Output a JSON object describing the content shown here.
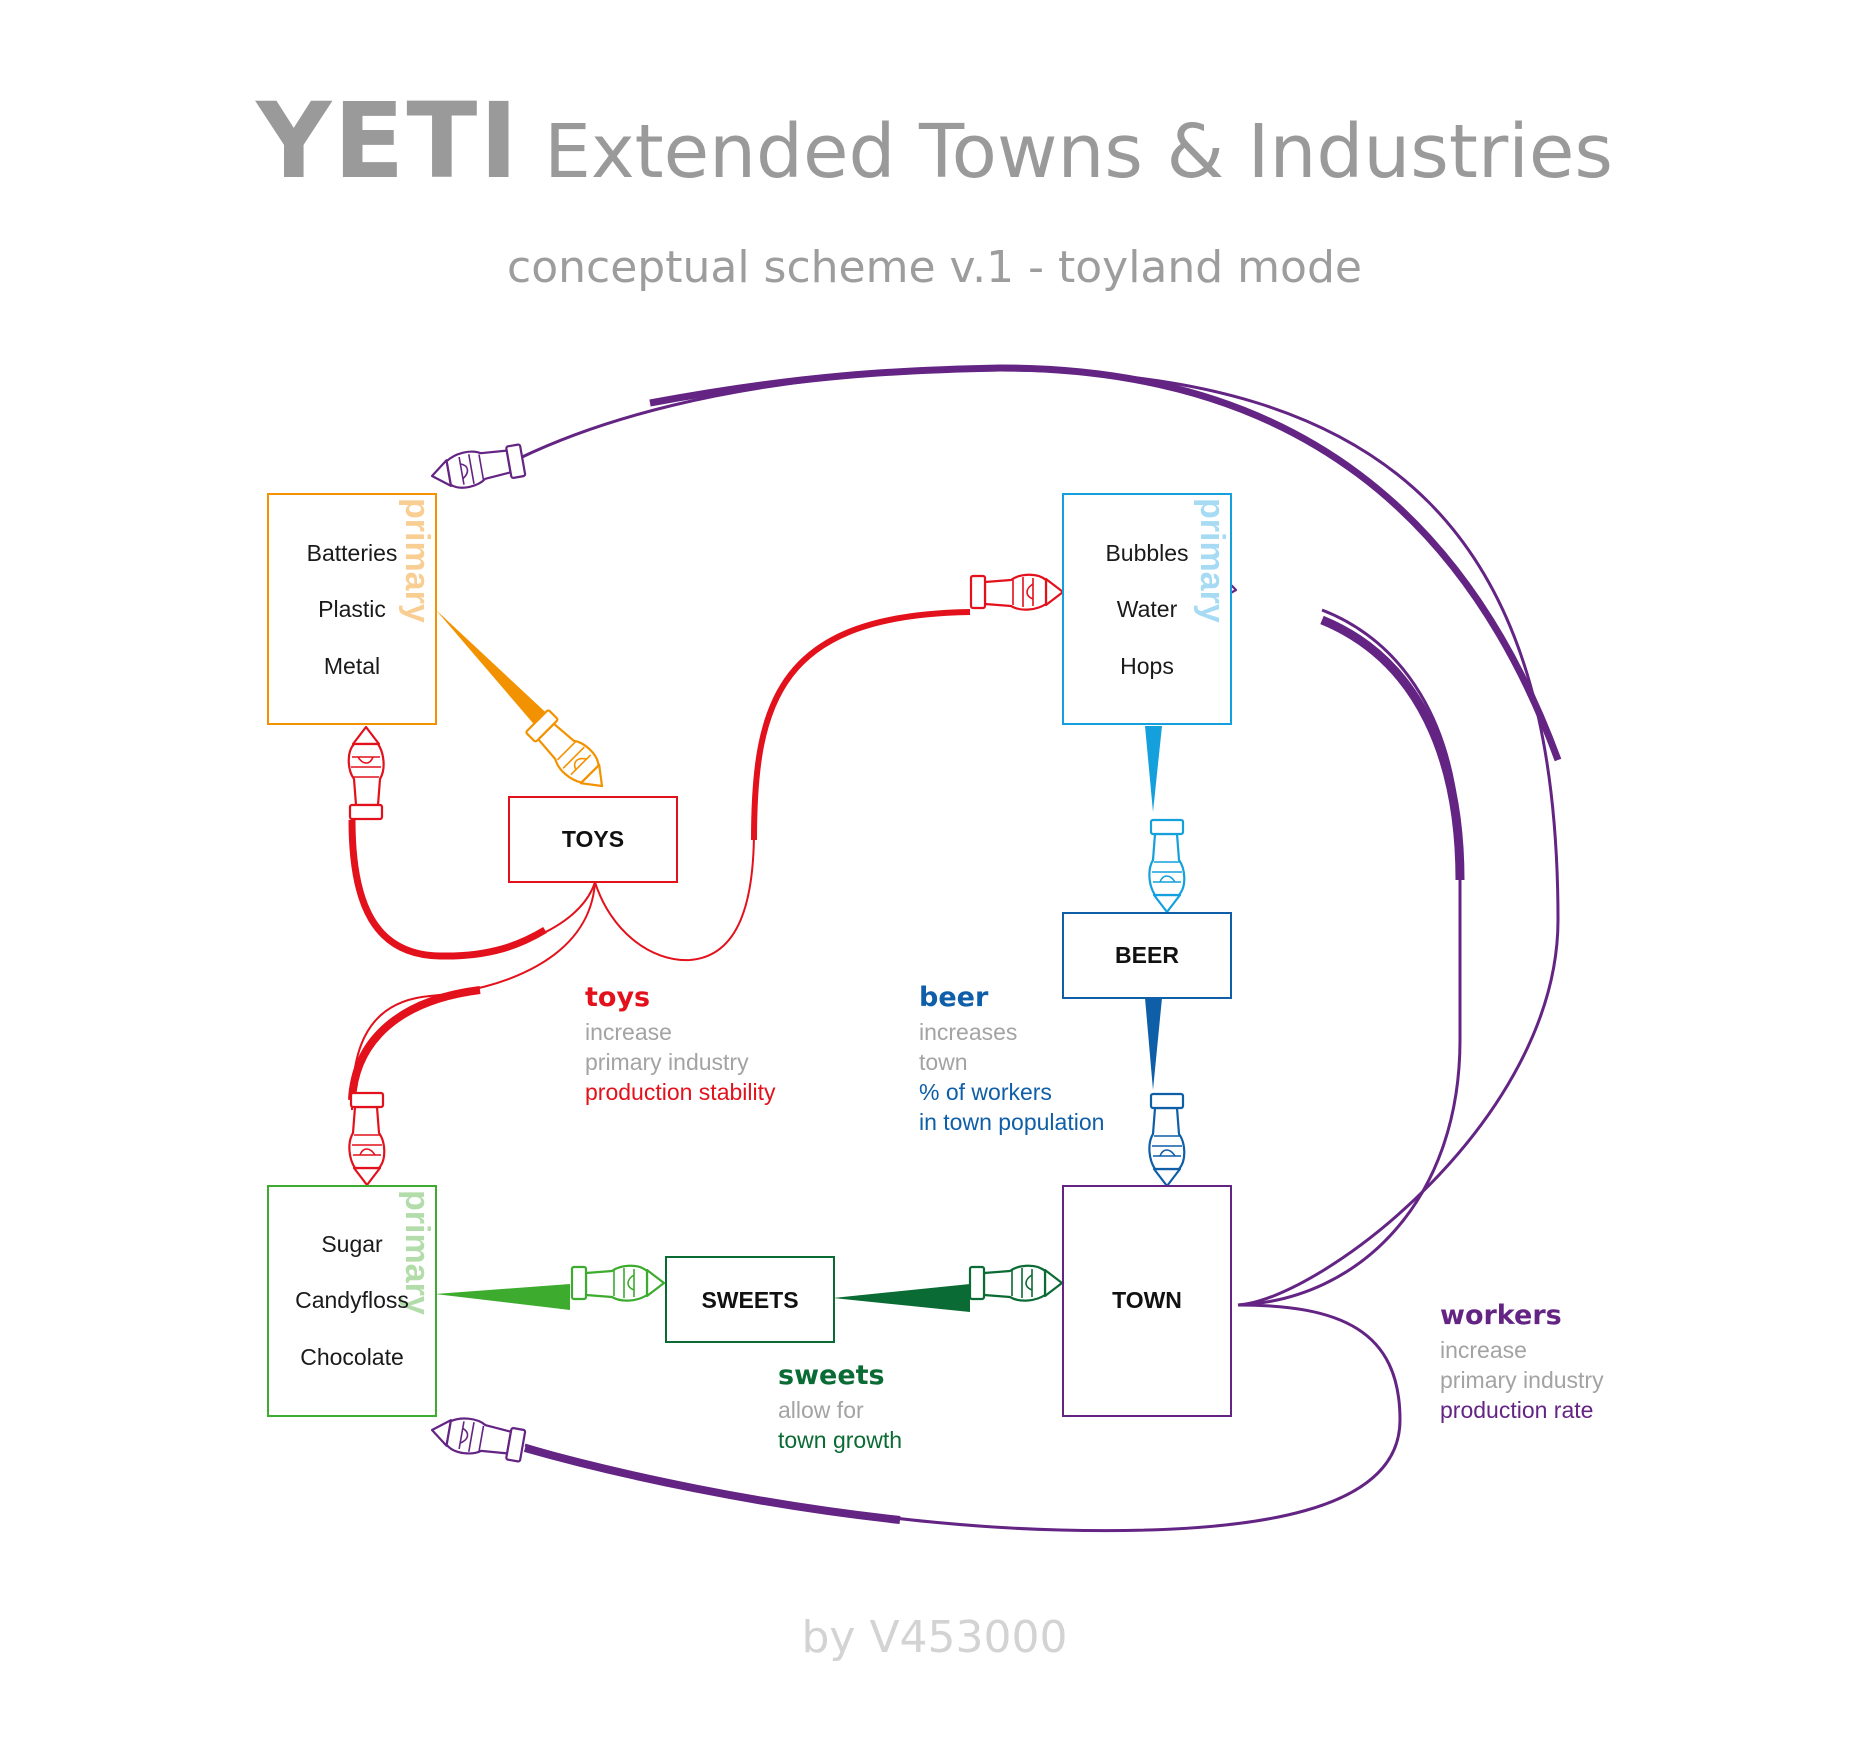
{
  "header": {
    "title_main": "YETI",
    "title_rest": "Extended Towns & Industries",
    "subtitle": "conceptual scheme v.1 - toyland mode"
  },
  "colors": {
    "toys": "#e3111b",
    "beer": "#0f5ea8",
    "beer_light": "#14a0dc",
    "sweets": "#0b6b34",
    "sweets_light": "#3dab2e",
    "workers": "#642484",
    "orange": "#f39200",
    "grey": "#9a9a9a"
  },
  "industries": {
    "toy_primary": {
      "tag": "primary",
      "items": [
        "Batteries",
        "Plastic",
        "Metal"
      ]
    },
    "beer_primary": {
      "tag": "primary",
      "items": [
        "Bubbles",
        "Water",
        "Hops"
      ]
    },
    "sweets_primary": {
      "tag": "primary",
      "items": [
        "Sugar",
        "Candyfloss",
        "Chocolate"
      ]
    }
  },
  "boxes": {
    "toys": "TOYS",
    "beer": "BEER",
    "sweets": "SWEETS",
    "town": "TOWN"
  },
  "notes": {
    "toys": {
      "title": "toys",
      "line1": "increase",
      "line2": "primary industry",
      "line3": "production stability"
    },
    "beer": {
      "title": "beer",
      "line1": "increases",
      "line2": "town",
      "line3": "% of workers",
      "line4": "in town population"
    },
    "sweets": {
      "title": "sweets",
      "line1": "allow for",
      "line2": "town growth"
    },
    "workers": {
      "title": "workers",
      "line1": "increase",
      "line2": "primary industry",
      "line3": "production rate"
    }
  },
  "icons": [
    "pointing-hand-icon"
  ],
  "footer": {
    "credit": "by V453000"
  }
}
